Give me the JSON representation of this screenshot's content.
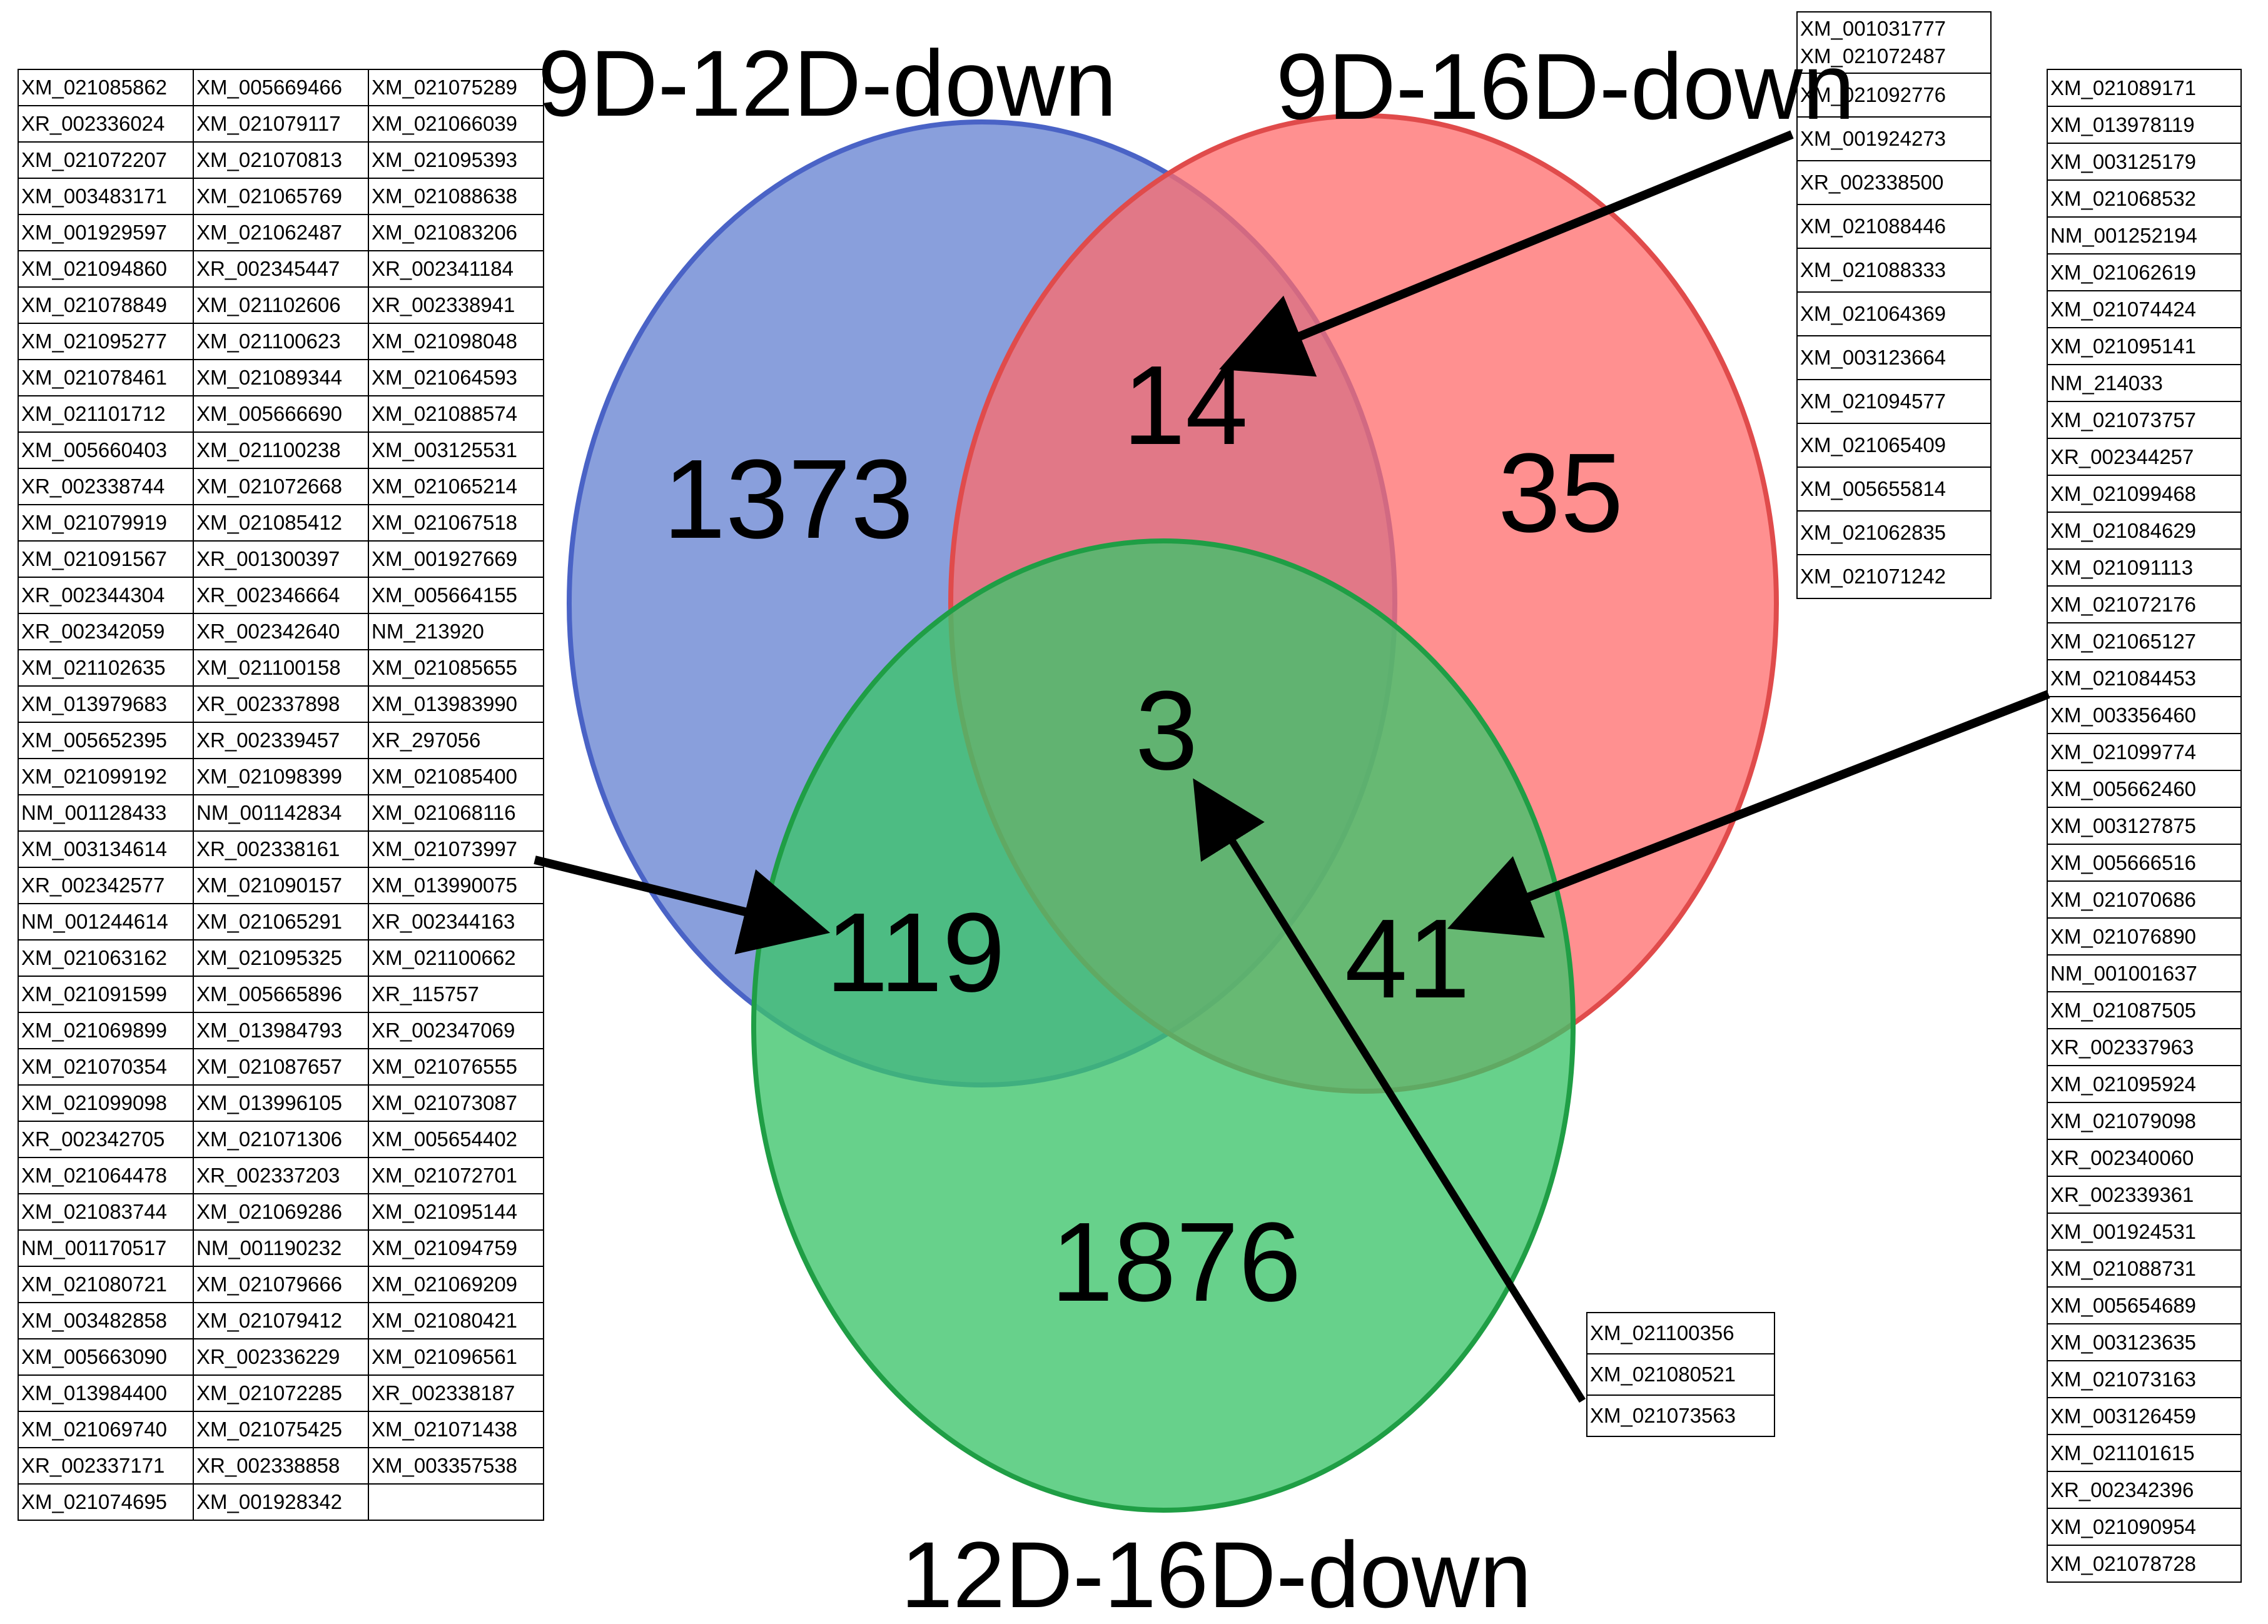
{
  "colors": {
    "set_a": "#6f8ad4",
    "set_a_stroke": "#4a63c6",
    "set_b": "#ff6b6b",
    "set_b_stroke": "#e04b4b",
    "set_c": "#3cc46a",
    "set_c_stroke": "#1f9e45",
    "arrow": "#000000"
  },
  "venn": {
    "sets": [
      "9D-12D-down",
      "9D-16D-down",
      "12D-16D-down"
    ],
    "counts": {
      "only_9D_12D": "1373",
      "only_9D_16D": "35",
      "only_12D_16D": "1876",
      "9D_12D_and_9D_16D": "14",
      "9D_12D_and_12D_16D": "119",
      "9D_16D_and_12D_16D": "41",
      "all_three": "3"
    }
  },
  "tables": {
    "left_119": [
      [
        "XM_021085862",
        "XM_005669466",
        "XM_021075289"
      ],
      [
        "XR_002336024",
        "XM_021079117",
        "XM_021066039"
      ],
      [
        "XM_021072207",
        "XM_021070813",
        "XM_021095393"
      ],
      [
        "XM_003483171",
        "XM_021065769",
        "XM_021088638"
      ],
      [
        "XM_001929597",
        "XM_021062487",
        "XM_021083206"
      ],
      [
        "XM_021094860",
        "XR_002345447",
        "XR_002341184"
      ],
      [
        "XM_021078849",
        "XM_021102606",
        "XR_002338941"
      ],
      [
        "XM_021095277",
        "XM_021100623",
        "XM_021098048"
      ],
      [
        "XM_021078461",
        "XM_021089344",
        "XM_021064593"
      ],
      [
        "XM_021101712",
        "XM_005666690",
        "XM_021088574"
      ],
      [
        "XM_005660403",
        "XM_021100238",
        "XM_003125531"
      ],
      [
        "XR_002338744",
        "XM_021072668",
        "XM_021065214"
      ],
      [
        "XM_021079919",
        "XM_021085412",
        "XM_021067518"
      ],
      [
        "XM_021091567",
        "XR_001300397",
        "XM_001927669"
      ],
      [
        "XR_002344304",
        "XR_002346664",
        "XM_005664155"
      ],
      [
        "XR_002342059",
        "XR_002342640",
        "NM_213920"
      ],
      [
        "XM_021102635",
        "XM_021100158",
        "XM_021085655"
      ],
      [
        "XM_013979683",
        "XR_002337898",
        "XM_013983990"
      ],
      [
        "XM_005652395",
        "XR_002339457",
        "XR_297056"
      ],
      [
        "XM_021099192",
        "XM_021098399",
        "XM_021085400"
      ],
      [
        "NM_001128433",
        "NM_001142834",
        "XM_021068116"
      ],
      [
        "XM_003134614",
        "XR_002338161",
        "XM_021073997"
      ],
      [
        "XR_002342577",
        "XM_021090157",
        "XM_013990075"
      ],
      [
        "NM_001244614",
        "XM_021065291",
        "XR_002344163"
      ],
      [
        "XM_021063162",
        "XM_021095325",
        "XM_021100662"
      ],
      [
        "XM_021091599",
        "XM_005665896",
        "XR_115757"
      ],
      [
        "XM_021069899",
        "XM_013984793",
        "XR_002347069"
      ],
      [
        "XM_021070354",
        "XM_021087657",
        "XM_021076555"
      ],
      [
        "XM_021099098",
        "XM_013996105",
        "XM_021073087"
      ],
      [
        "XR_002342705",
        "XM_021071306",
        "XM_005654402"
      ],
      [
        "XM_021064478",
        "XR_002337203",
        "XM_021072701"
      ],
      [
        "XM_021083744",
        "XM_021069286",
        "XM_021095144"
      ],
      [
        "NM_001170517",
        "NM_001190232",
        "XM_021094759"
      ],
      [
        "XM_021080721",
        "XM_021079666",
        "XM_021069209"
      ],
      [
        "XM_003482858",
        "XM_021079412",
        "XM_021080421"
      ],
      [
        "XM_005663090",
        "XR_002336229",
        "XM_021096561"
      ],
      [
        "XM_013984400",
        "XM_021072285",
        "XR_002338187"
      ],
      [
        "XM_021069740",
        "XM_021075425",
        "XM_021071438"
      ],
      [
        "XR_002337171",
        "XR_002338858",
        "XM_003357538"
      ],
      [
        "XM_021074695",
        "XM_001928342",
        ""
      ]
    ],
    "top_right_14": [
      "XM_001031777\nXM_021072487",
      "XM_021092776",
      "XM_001924273",
      "XR_002338500",
      "XM_021088446",
      "XM_021088333",
      "XM_021064369",
      "XM_003123664",
      "XM_021094577",
      "XM_021065409",
      "XM_005655814",
      "XM_021062835",
      "XM_021071242"
    ],
    "right_41": [
      "XM_021089171",
      "XM_013978119",
      "XM_003125179",
      "XM_021068532",
      "NM_001252194",
      "XM_021062619",
      "XM_021074424",
      "XM_021095141",
      "NM_214033",
      "XM_021073757",
      "XR_002344257",
      "XM_021099468",
      "XM_021084629",
      "XM_021091113",
      "XM_021072176",
      "XM_021065127",
      "XM_021084453",
      "XM_003356460",
      "XM_021099774",
      "XM_005662460",
      "XM_003127875",
      "XM_005666516",
      "XM_021070686",
      "XM_021076890",
      "NM_001001637",
      "XM_021087505",
      "XR_002337963",
      "XM_021095924",
      "XM_021079098",
      "XR_002340060",
      "XR_002339361",
      "XM_001924531",
      "XM_021088731",
      "XM_005654689",
      "XM_003123635",
      "XM_021073163",
      "XM_003126459",
      "XM_021101615",
      "XR_002342396",
      "XM_021090954",
      "XM_021078728"
    ],
    "center_3": [
      "XM_021100356",
      "XM_021080521",
      "XM_021073563"
    ]
  }
}
